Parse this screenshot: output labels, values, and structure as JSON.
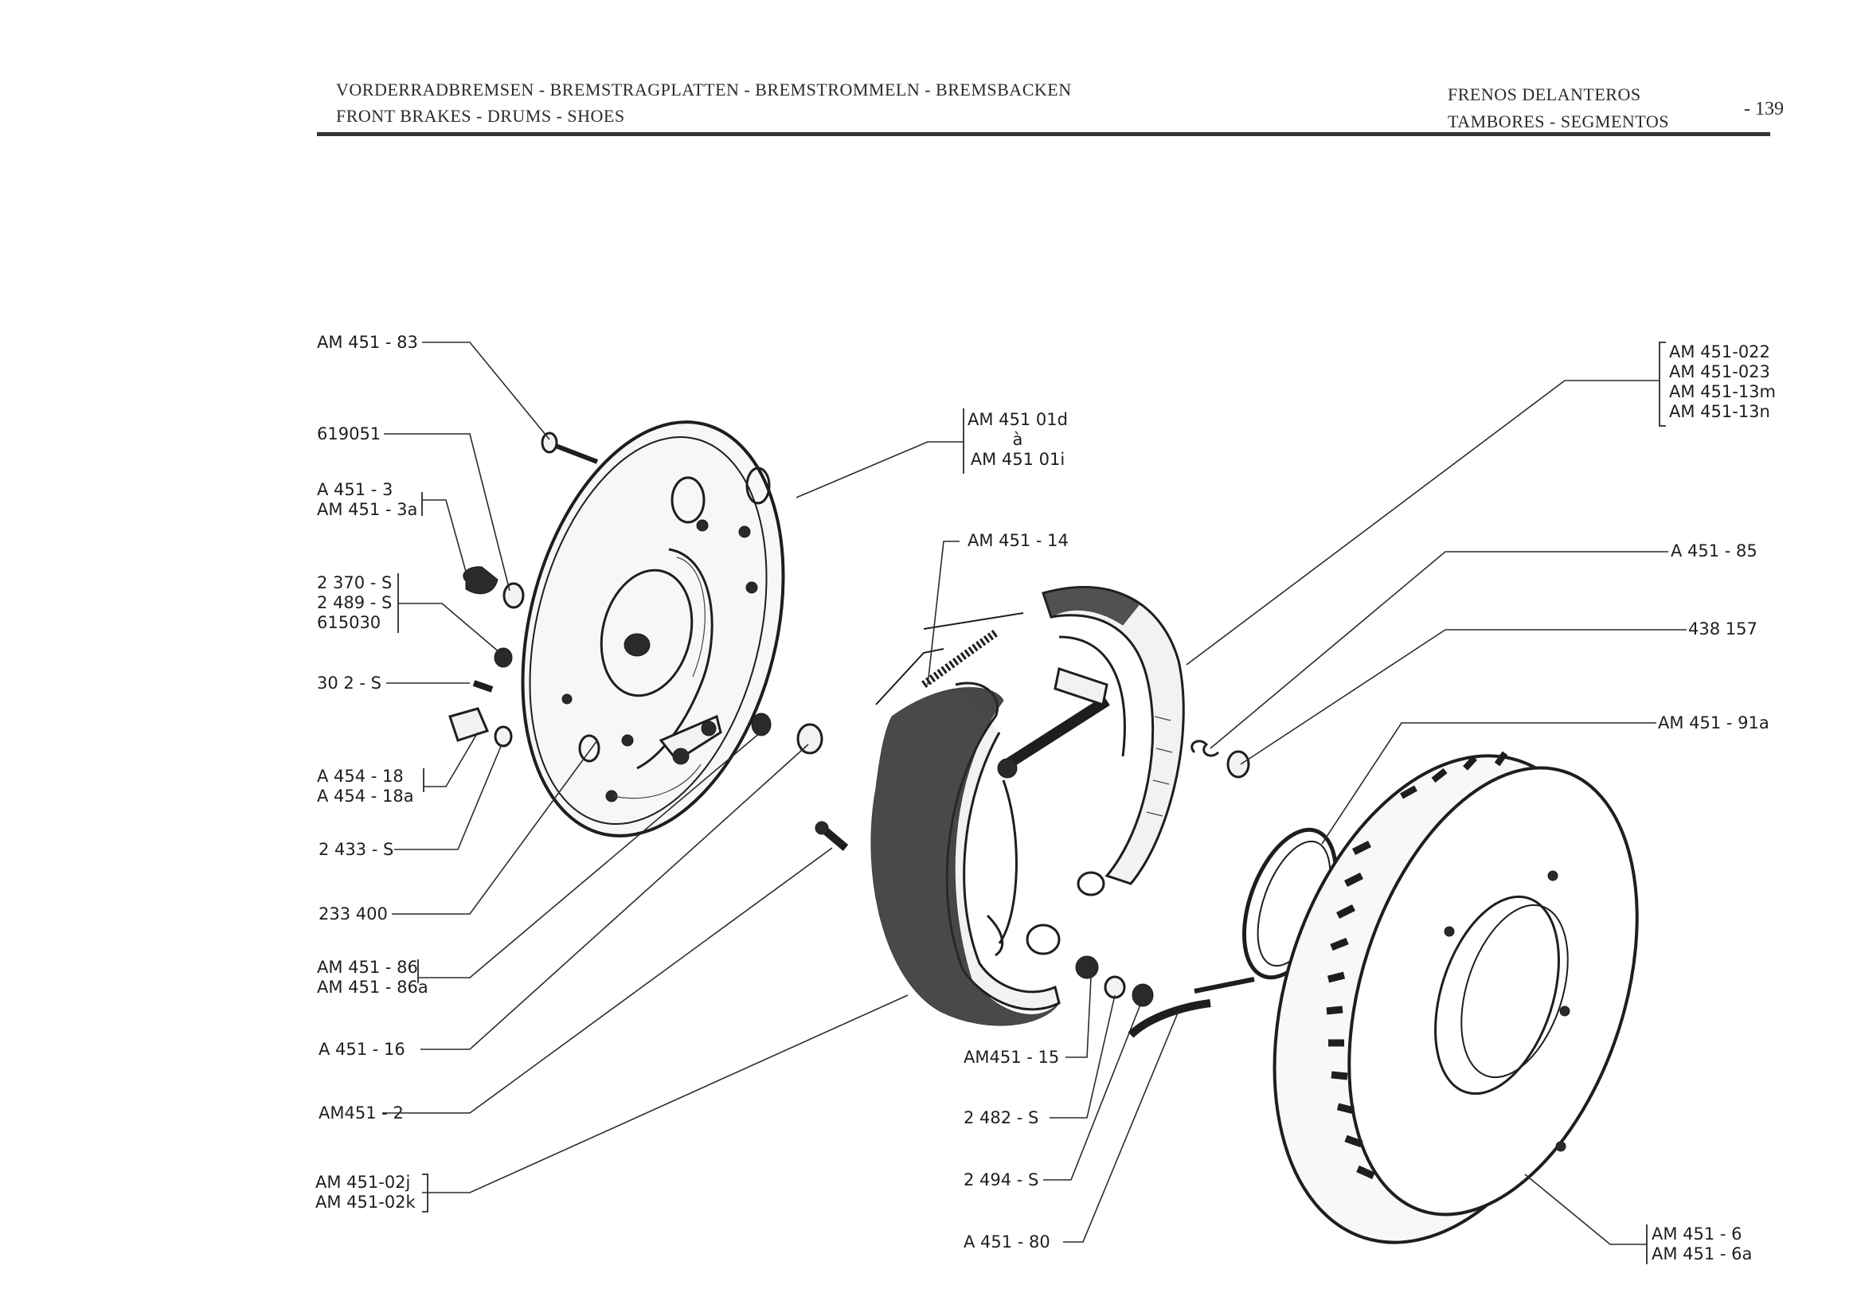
{
  "header": {
    "de": "VORDERRADBREMSEN - BREMSTRAGPLATTEN - BREMSTROMMELN - BREMSBACKEN",
    "en": "FRONT BRAKES - DRUMS - SHOES",
    "es_1": "FRENOS DELANTEROS",
    "es_2": "TAMBORES - SEGMENTOS",
    "page": "- 139"
  },
  "callouts": [
    {
      "lines": [
        "AM 451 - 83"
      ]
    },
    {
      "lines": [
        "619051"
      ]
    },
    {
      "lines": [
        "A  451 - 3",
        "AM 451 - 3a"
      ]
    },
    {
      "lines": [
        "2 370 - S",
        "2 489 - S",
        "615030"
      ]
    },
    {
      "lines": [
        "30 2 - S"
      ]
    },
    {
      "lines": [
        "A  454 - 18",
        "A  454 - 18a"
      ]
    },
    {
      "lines": [
        "2 433 - S"
      ]
    },
    {
      "lines": [
        "233 400"
      ]
    },
    {
      "lines": [
        "AM 451 - 86",
        "AM 451 - 86a"
      ]
    },
    {
      "lines": [
        "A  451 - 16"
      ]
    },
    {
      "lines": [
        "AM451 - 2"
      ]
    },
    {
      "lines": [
        "AM 451-02j",
        "AM 451-02k"
      ]
    },
    {
      "lines": [
        "AM 451 01d",
        "à",
        "AM 451 01i"
      ]
    },
    {
      "lines": [
        "AM 451 - 14"
      ]
    },
    {
      "lines": [
        "AM451 - 15"
      ]
    },
    {
      "lines": [
        "2 482 - S"
      ]
    },
    {
      "lines": [
        "2 494 - S"
      ]
    },
    {
      "lines": [
        "A  451 - 80"
      ]
    },
    {
      "lines": [
        "AM 451-022",
        "AM 451-023",
        "AM 451-13m",
        "AM 451-13n"
      ]
    },
    {
      "lines": [
        "A  451 - 85"
      ]
    },
    {
      "lines": [
        "438 157"
      ]
    },
    {
      "lines": [
        "AM 451 - 91a"
      ]
    },
    {
      "lines": [
        "AM  451 - 6",
        "AM  451 - 6a"
      ]
    }
  ]
}
